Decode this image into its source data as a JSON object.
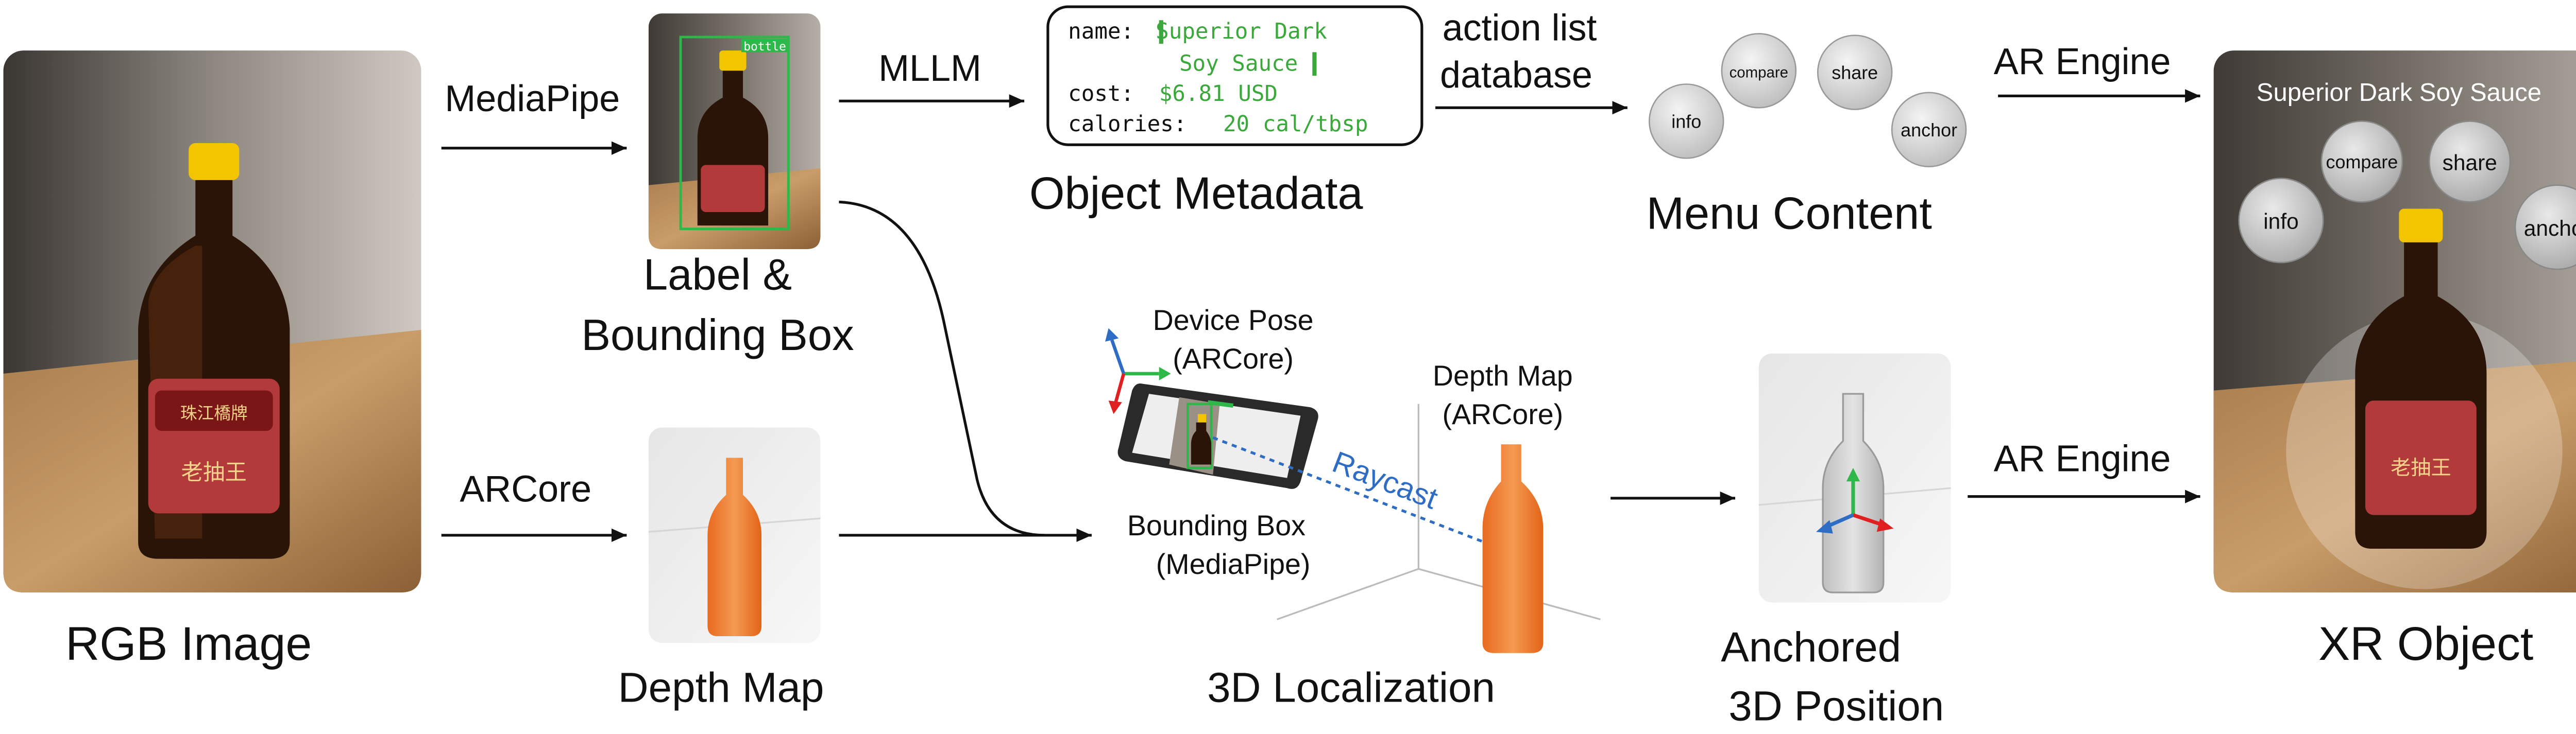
{
  "labels": {
    "rgb_image": "RGB Image",
    "label_bbox_1": "Label &",
    "label_bbox_2": "Bounding Box",
    "depth_map": "Depth Map",
    "object_metadata": "Object Metadata",
    "three_d_localization": "3D Localization",
    "menu_content": "Menu Content",
    "anchored_1": "Anchored",
    "anchored_2": "3D Position",
    "xr_object": "XR Object"
  },
  "edges": {
    "mediapipe": "MediaPipe",
    "arcore": "ARCore",
    "mllm": "MLLM",
    "action_list": "action list",
    "database": "database",
    "ar_engine_top": "AR Engine",
    "ar_engine_bottom": "AR Engine"
  },
  "metadata_box": {
    "name_key": "name:",
    "name_val_1": "Superior Dark",
    "name_val_2": "Soy Sauce",
    "cost_key": "cost:",
    "cost_val": "$6.81 USD",
    "cal_key": "calories:",
    "cal_val": "20 cal/tbsp",
    "value_color": "#3aa83a"
  },
  "detection_tag": "bottle",
  "menu_buttons": {
    "info": "info",
    "compare": "compare",
    "share": "share",
    "anchor": "anchor"
  },
  "localization": {
    "device_pose_1": "Device Pose",
    "device_pose_2": "(ARCore)",
    "depth_map_1": "Depth Map",
    "depth_map_2": "(ARCore)",
    "raycast": "Raycast",
    "bbox_1": "Bounding Box",
    "bbox_2": "(MediaPipe)"
  },
  "xr_overlay": {
    "title": "Superior Dark Soy Sauce",
    "info": "info",
    "compare": "compare",
    "share": "share",
    "anchor": "anchor"
  },
  "colors": {
    "depth_orange": "#f07a2c",
    "bbox_green": "#2fb84a",
    "raycast_blue": "#2f6cc4",
    "cap_yellow": "#f2c500"
  }
}
